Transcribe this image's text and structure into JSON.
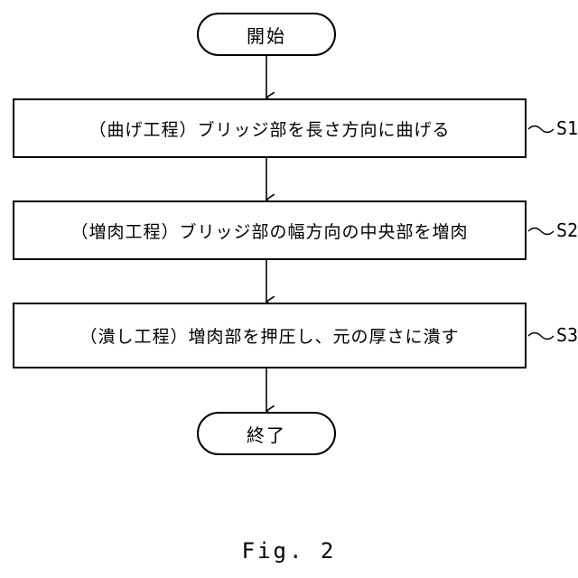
{
  "flowchart": {
    "start_label": "開始",
    "end_label": "終了",
    "steps": [
      {
        "text": "（曲げ工程）ブリッジ部を長さ方向に曲げる",
        "label": "S1"
      },
      {
        "text": "（増肉工程）ブリッジ部の幅方向の中央部を増肉",
        "label": "S2"
      },
      {
        "text": "（潰し工程）増肉部を押圧し、元の厚さに潰す",
        "label": "S3"
      }
    ]
  },
  "caption": "Fig. 2"
}
